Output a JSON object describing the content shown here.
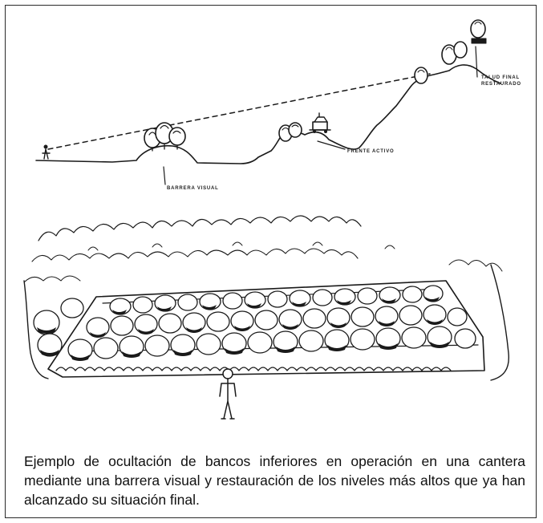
{
  "figure": {
    "profile_labels": {
      "barrier": "BARRERA VISUAL",
      "active_face": "FRENTE ACTIVO",
      "final_slope_line1": "TALUD FINAL",
      "final_slope_line2": "RESTAURADO"
    },
    "caption": "Ejemplo de ocultación de bancos inferiores en operación en una cantera mediante una barrera visual y restauración de los niveles más altos que ya han alcanzado su situación final."
  }
}
